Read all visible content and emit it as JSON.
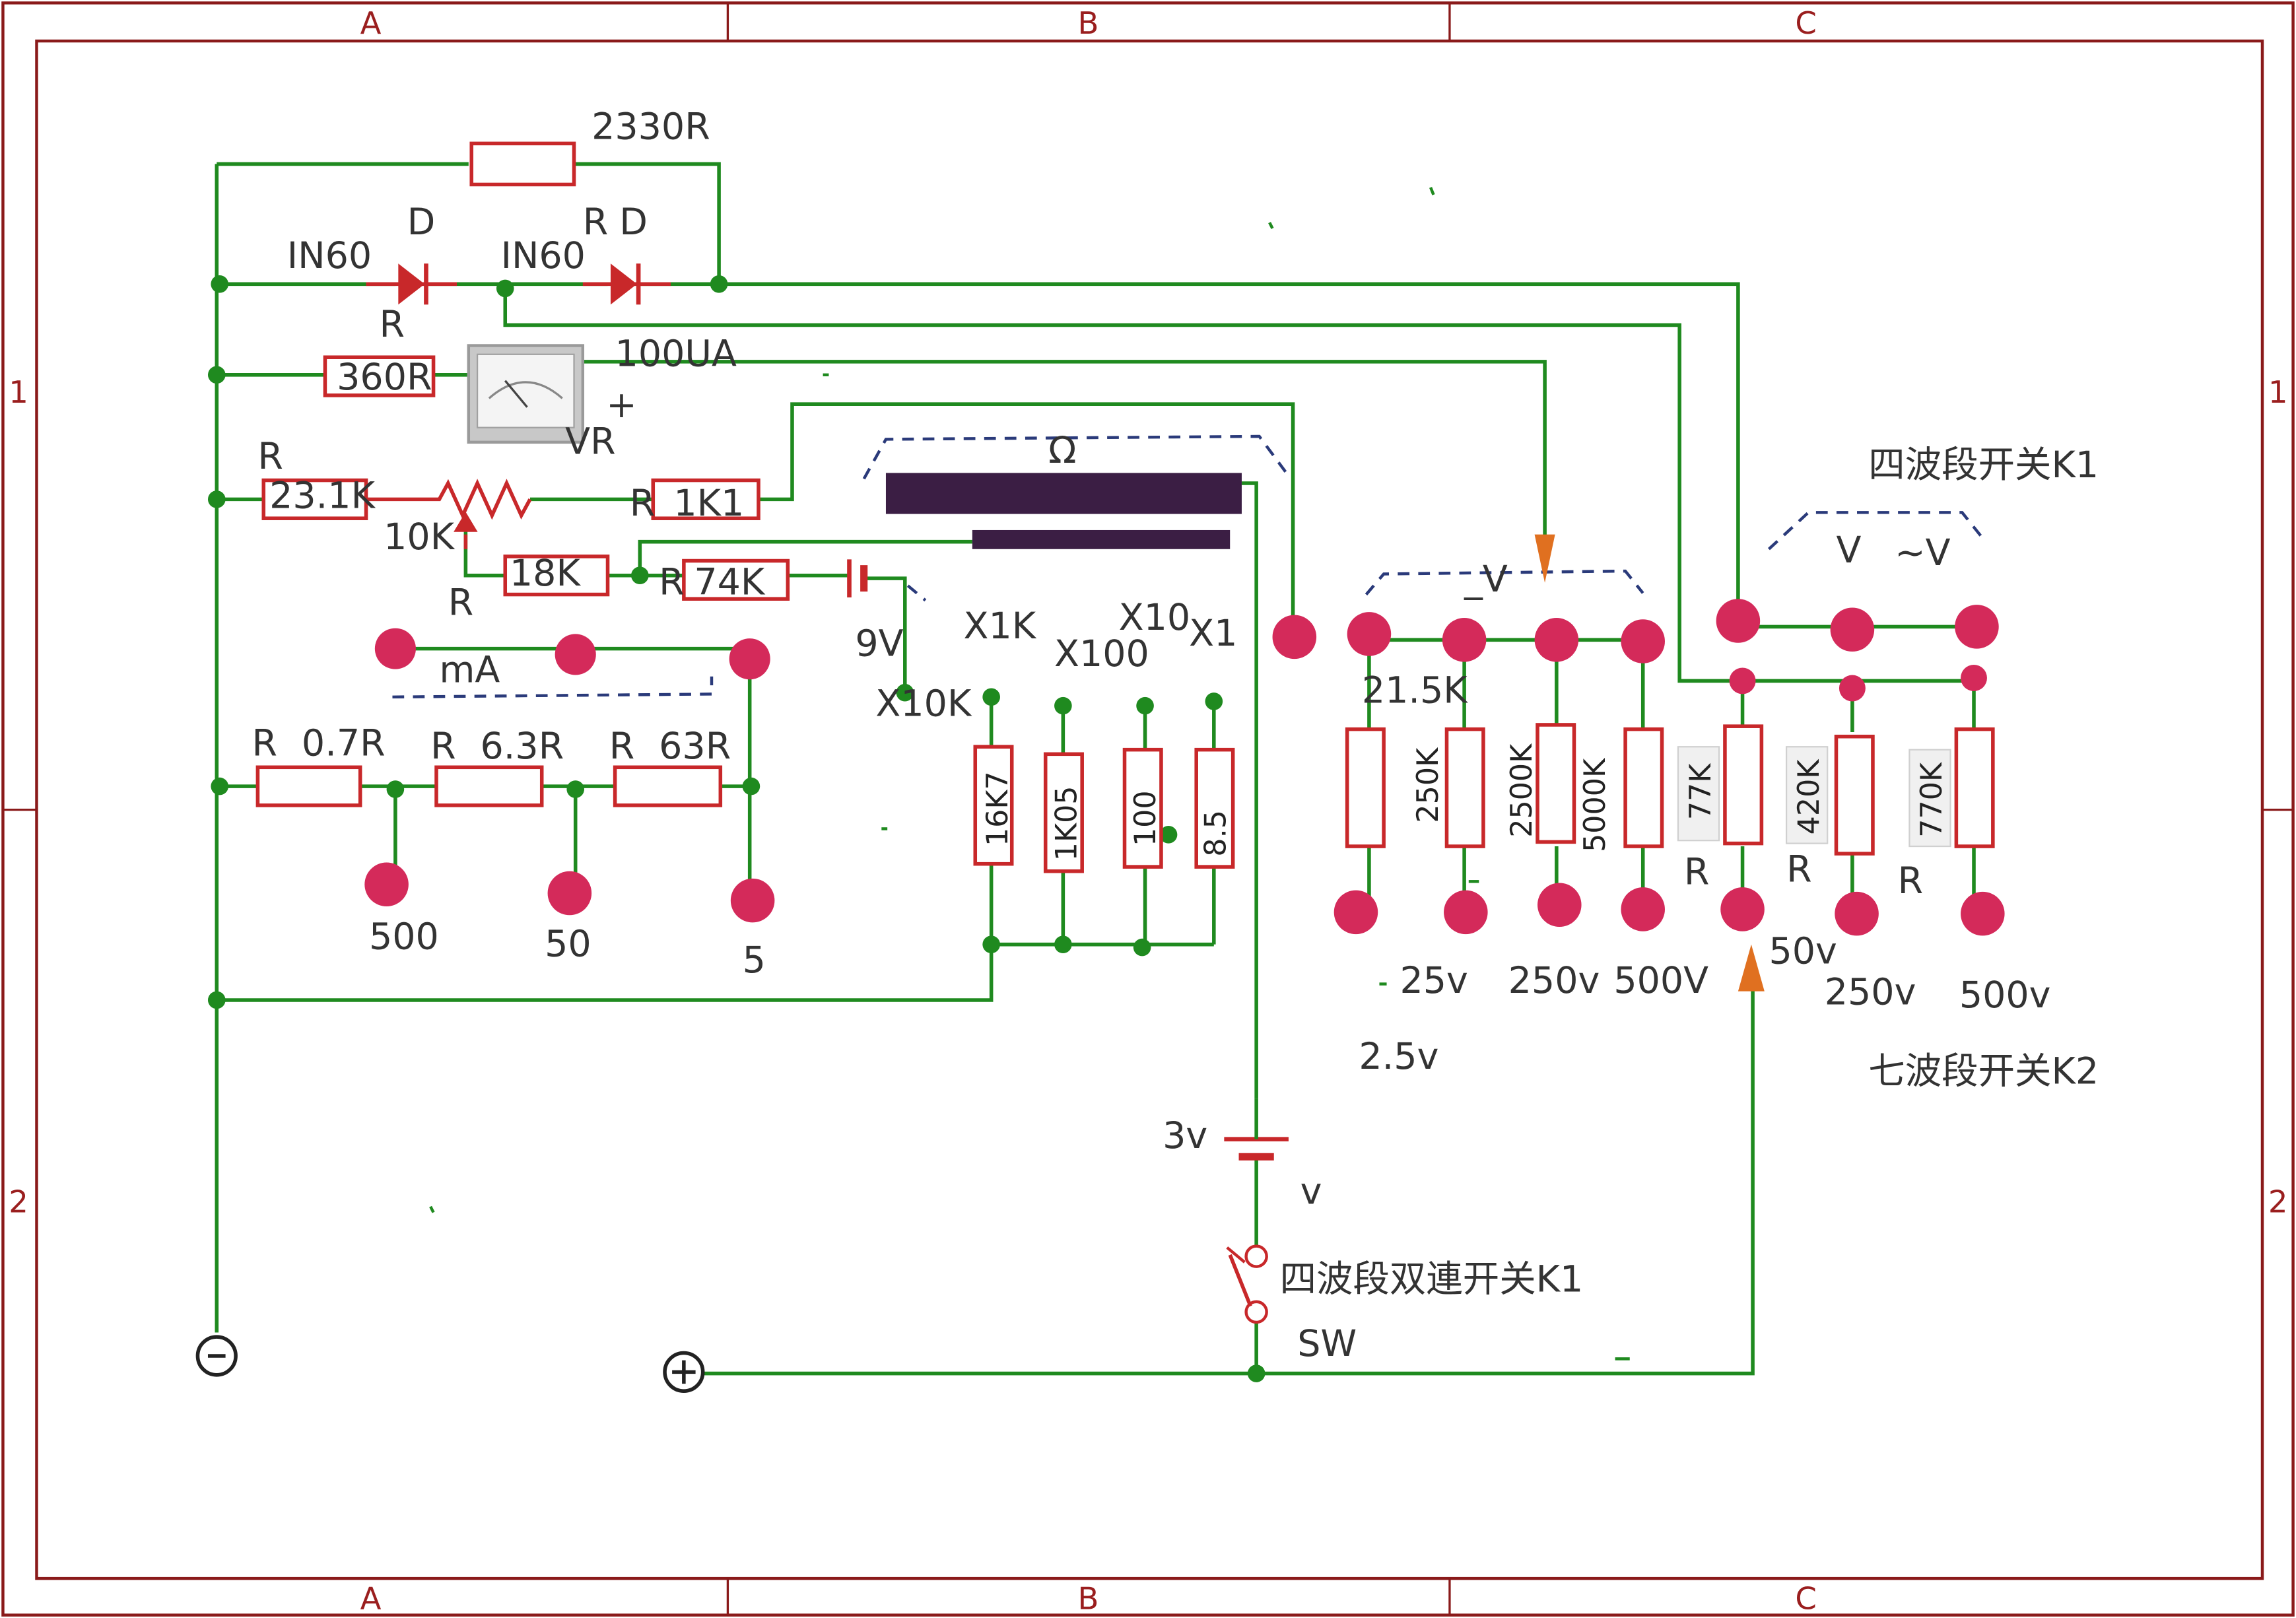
{
  "frame": {
    "zones_x": [
      "A",
      "B",
      "C"
    ],
    "zones_y": [
      "1",
      "2"
    ]
  },
  "colors": {
    "wire": "#1f8a1f",
    "component": "#c8282a",
    "terminal": "#d42a5a",
    "node": "#1f8a1f",
    "frame": "#8a1a1a",
    "switch_dash": "#2a3a7a",
    "bar": "#3b1e44",
    "pointer": "#e07020"
  },
  "labels": {
    "r2330": "2330R",
    "d1_name": "IN60",
    "d1_ref": "D",
    "d1_r": "R",
    "d2_name": "IN60",
    "d2_r": "R",
    "d2_ref": "D",
    "r360": "360R",
    "meter": "100UA",
    "meter_plus": "+",
    "vr": "VR",
    "r_231_ref": "R",
    "r_231": "23.1K",
    "pot": "10K",
    "pot_r": "R",
    "r_1k1_ref": "R",
    "r_1k1": "1K1",
    "r_18k": "18K",
    "r_74k_ref": "R",
    "r_74k": "74K",
    "batt_9v": "9V",
    "ohm": "Ω",
    "x1k": "X1K",
    "x100": "X100",
    "x10": "X10",
    "x1": "X1",
    "x10k": "X10K",
    "ma": "mA",
    "r_07_ref": "R",
    "r_07": "0.7R",
    "r_63_ref": "R",
    "r_63": "6.3R",
    "r_630_ref": "R",
    "r_630": "63R",
    "t500": "500",
    "t50": "50",
    "t5": "5",
    "r_16k7": "16K7",
    "r_1k05": "1K05",
    "r_100": "100",
    "r_85": "8.5",
    "dcv": "_V",
    "r_215": "21.5K",
    "r_250k": "250K",
    "r_2500k": "2500K",
    "r_5000k": "5000K",
    "v25": "25v",
    "v250": "250v",
    "v500": "500V",
    "v2_5": "2.5v",
    "k1_title": "四波段开关K1",
    "acv_v": "V",
    "acv_ac": "~V",
    "r_77k": "77K",
    "r_420k": "420K",
    "r_770k": "770K",
    "r_77k_ref": "R",
    "r_420k_ref": "R",
    "r_770k_ref": "R",
    "ac50": "50v",
    "ac250": "250v",
    "ac500": "500v",
    "k2_title": "七波段开关K2",
    "batt_3v": "3v",
    "v_small": "v",
    "k1_dual": "四波段双連开关K1",
    "sw": "SW",
    "minus_sym": "-",
    "plus_sym": "+"
  }
}
